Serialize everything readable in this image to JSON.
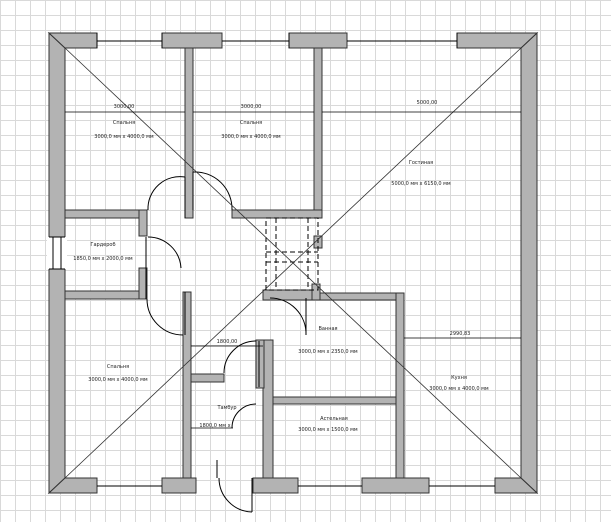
{
  "rooms": [
    {
      "id": "bedroom_1",
      "name": "Спальня",
      "size": "3000,0 мм x 4000,0 мм"
    },
    {
      "id": "bedroom_2",
      "name": "Спальня",
      "size": "3000,0 мм x 4000,0 мм"
    },
    {
      "id": "living",
      "name": "Гостиная",
      "size": "5000,0 мм x 6150,0 мм"
    },
    {
      "id": "wardrobe",
      "name": "Гардероб",
      "size": "1850,0 мм x 2000,0 мм"
    },
    {
      "id": "bathroom",
      "name": "Ванная",
      "size": "3000,0 мм x 2350,0 мм"
    },
    {
      "id": "bedroom_3",
      "name": "Спальня",
      "size": "3000,0 мм x 4000,0 мм"
    },
    {
      "id": "kitchen",
      "name": "Кухня",
      "size": "3000,0 мм x 4000,0 мм"
    },
    {
      "id": "vestibule",
      "name": "Тамбур",
      "size": "1800,0 мм x"
    },
    {
      "id": "toilet",
      "name": "Астельная",
      "size": "3000,0 мм x 1500,0 мм"
    }
  ],
  "dimensions": {
    "bedroom_1_width": "3000,00",
    "bedroom_2_width": "3000,00",
    "living_width": "5000,00",
    "kitchen_width": "2990,83",
    "vestibule_width": "1800,00"
  }
}
